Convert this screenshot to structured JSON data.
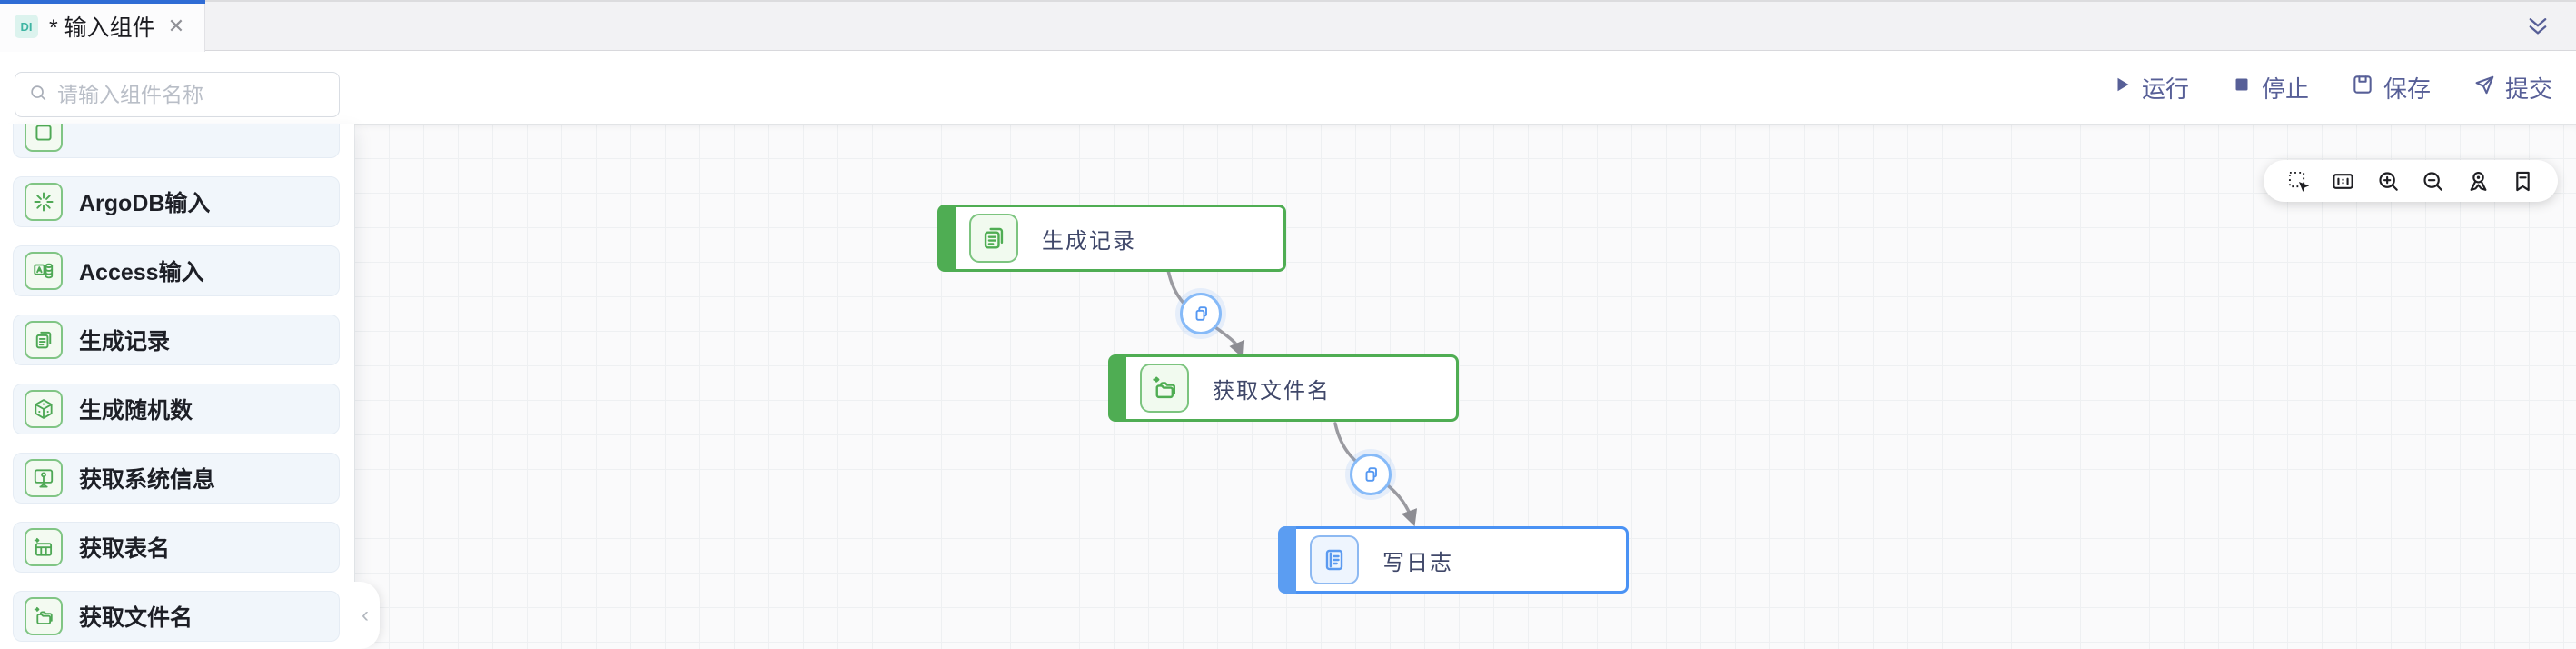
{
  "tab_bar": {
    "active_tab": {
      "badge": "DI",
      "title": "* 输入组件",
      "close": "✕"
    }
  },
  "toolbar": {
    "search": {
      "placeholder": "请输入组件名称"
    },
    "actions": [
      {
        "id": "run",
        "icon": "play-icon",
        "label": "运行"
      },
      {
        "id": "stop",
        "icon": "stop-icon",
        "label": "停止"
      },
      {
        "id": "save",
        "icon": "save-icon",
        "label": "保存"
      },
      {
        "id": "submit",
        "icon": "send-icon",
        "label": "提交"
      }
    ]
  },
  "sidebar": {
    "items": [
      {
        "label": "",
        "icon": "partial-component-icon"
      },
      {
        "label": "ArgoDB输入",
        "icon": "argodb-burst-icon"
      },
      {
        "label": "Access输入",
        "icon": "access-db-icon"
      },
      {
        "label": "生成记录",
        "icon": "copy-document-icon"
      },
      {
        "label": "生成随机数",
        "icon": "dice-icon"
      },
      {
        "label": "获取系统信息",
        "icon": "monitor-info-icon"
      },
      {
        "label": "获取表名",
        "icon": "table-arrow-icon"
      },
      {
        "label": "获取文件名",
        "icon": "folder-arrow-icon"
      }
    ]
  },
  "canvas": {
    "nodes": [
      {
        "label": "生成记录",
        "type": "green",
        "icon": "copy-document-icon"
      },
      {
        "label": "获取文件名",
        "type": "green",
        "icon": "folder-arrow-icon"
      },
      {
        "label": "写日志",
        "type": "blue",
        "icon": "log-document-icon"
      }
    ],
    "edges": [
      {
        "from": "生成记录",
        "to": "获取文件名",
        "badge_icon": "copy-icon"
      },
      {
        "from": "获取文件名",
        "to": "写日志",
        "badge_icon": "copy-icon"
      }
    ],
    "mini_toolbar": [
      "marquee-select",
      "fit-view",
      "zoom-in",
      "zoom-out",
      "locate",
      "bookmark"
    ]
  },
  "colors": {
    "tab_indicator": "#2f6cd5",
    "badge_bg": "#dcf3ee",
    "badge_text": "#3fb5a3",
    "action_indigo": "#575f97",
    "node_green": "#4fad53",
    "node_blue": "#4a92f4",
    "edge_gray": "#9a9aa0",
    "sidebar_item_bg": "#f1f6fb"
  }
}
